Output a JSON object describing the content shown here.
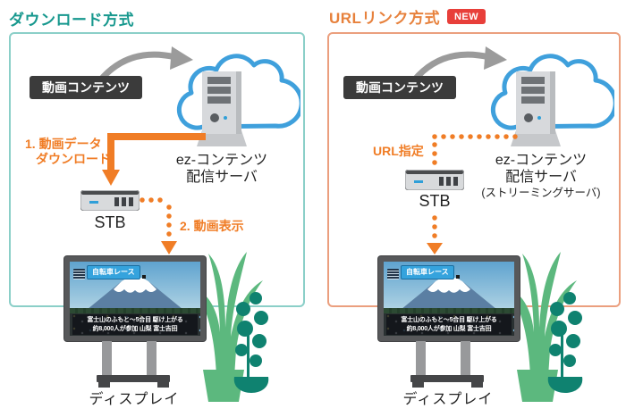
{
  "colors": {
    "teal_title": "#17988e",
    "teal_border": "#8bcfc8",
    "orange_title": "#e7813c",
    "orange_border": "#eb9f7e",
    "orange_arrow": "#f07d26",
    "badge_bg": "#e83f3a",
    "badge_text": "#ffffff",
    "cloud_stroke": "#3fa0dc",
    "dark_label_bg": "#3b3b3b",
    "gray_arrow": "#9b9b9b"
  },
  "left_panel": {
    "title": "ダウンロード方式",
    "content_label": "動画コンテンツ",
    "server_name_line1": "ez-コンテンツ",
    "server_name_line2": "配信サーバ",
    "step1_line1": "1. 動画データ",
    "step1_line2": "ダウンロード",
    "stb_label": "STB",
    "step2_label": "2. 動画表示",
    "display_label": "ディスプレイ"
  },
  "right_panel": {
    "title": "URLリンク方式",
    "badge": "NEW",
    "content_label": "動画コンテンツ",
    "server_name_line1": "ez-コンテンツ",
    "server_name_line2": "配信サーバ",
    "server_name_line3": "(ストリーミングサーバ)",
    "url_label": "URL指定",
    "stb_label": "STB",
    "display_label": "ディスプレイ"
  },
  "screen": {
    "program_title": "自転車レース",
    "caption_line1": "富士山のふもと〜5合目 駆け上がる",
    "caption_line2": "約8,000人が参加 山梨 富士吉田"
  }
}
